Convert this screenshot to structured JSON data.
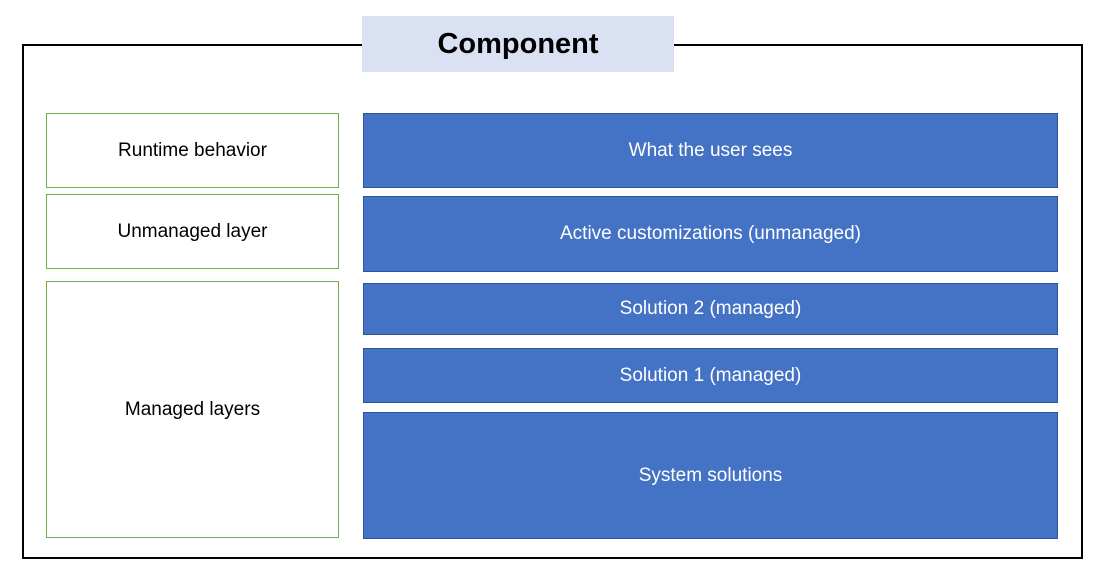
{
  "title": "Component",
  "colors": {
    "title_background": "#d9e1f2",
    "frame_border": "#000000",
    "label_box_border": "#70ad47",
    "layer_bar_fill": "#4472c4",
    "layer_bar_border": "#2f5597",
    "layer_bar_text": "#ffffff",
    "label_text": "#000000"
  },
  "left_column": {
    "boxes": [
      {
        "label": "Runtime behavior"
      },
      {
        "label": "Unmanaged layer"
      },
      {
        "label": "Managed layers"
      }
    ]
  },
  "right_column": {
    "boxes": [
      {
        "label": "What the user sees"
      },
      {
        "label": "Active customizations (unmanaged)"
      },
      {
        "label": "Solution 2 (managed)"
      },
      {
        "label": "Solution 1 (managed)"
      },
      {
        "label": "System solutions"
      }
    ]
  }
}
